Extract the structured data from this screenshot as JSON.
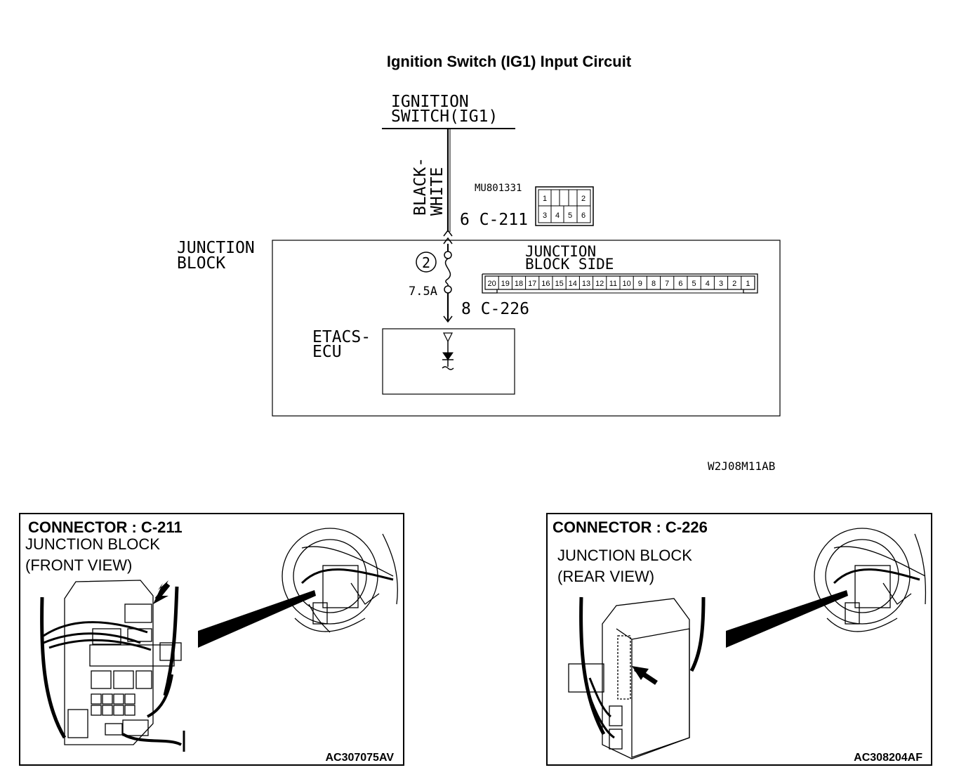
{
  "title": "Ignition Switch (IG1) Input Circuit",
  "schematic": {
    "source_label": [
      "IGNITION",
      "SWITCH(IG1)"
    ],
    "wire_color": [
      "BLACK-",
      "WHITE"
    ],
    "connector_c211": {
      "pin_label": "6 C-211",
      "part_number": "MU801331",
      "pins": [
        "1",
        "",
        "2",
        "3",
        "4",
        "5",
        "6"
      ]
    },
    "junction_block_label": [
      "JUNCTION",
      "BLOCK"
    ],
    "fuse": {
      "number": "2",
      "rating": "7.5A"
    },
    "junction_block_side": {
      "label": [
        "JUNCTION",
        "BLOCK SIDE"
      ],
      "pins": [
        "20",
        "19",
        "18",
        "17",
        "16",
        "15",
        "14",
        "13",
        "12",
        "11",
        "10",
        "9",
        "8",
        "7",
        "6",
        "5",
        "4",
        "3",
        "2",
        "1"
      ]
    },
    "connector_c226": {
      "pin_label": "8 C-226"
    },
    "ecu_label": [
      "ETACS-",
      "ECU"
    ],
    "diagram_code": "W2J08M11AB"
  },
  "panels": [
    {
      "header": "CONNECTOR : C-211",
      "lines": [
        "JUNCTION BLOCK",
        "(FRONT VIEW)"
      ],
      "code": "AC307075AV"
    },
    {
      "header": "CONNECTOR : C-226",
      "lines": [
        "JUNCTION BLOCK",
        "(REAR VIEW)"
      ],
      "code": "AC308204AF"
    }
  ]
}
